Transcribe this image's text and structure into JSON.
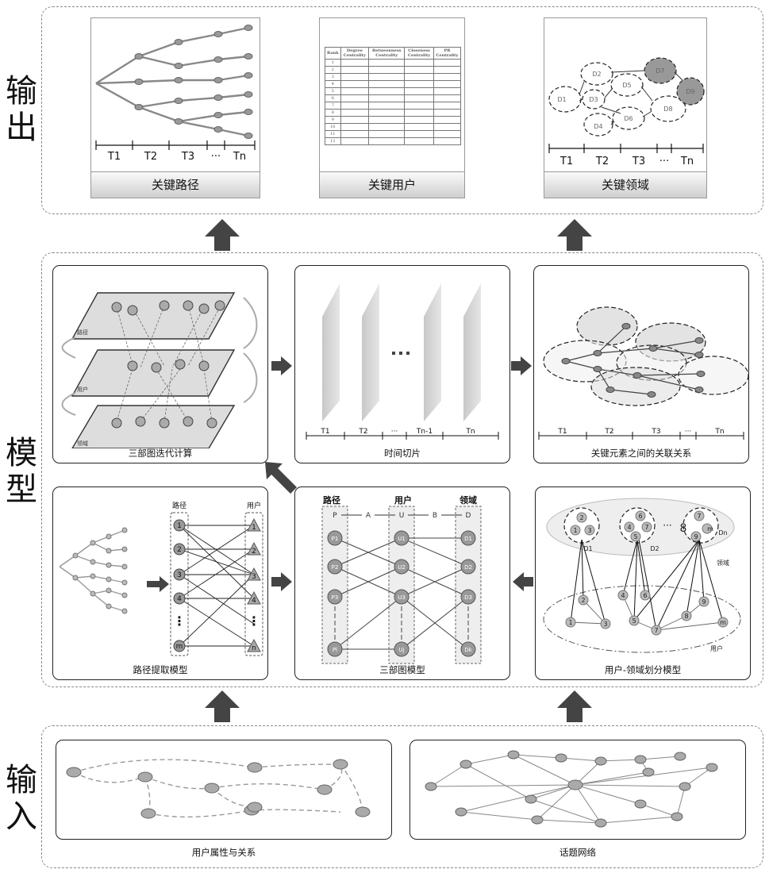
{
  "bands": {
    "output": "输出",
    "model": "模型",
    "input": "输入"
  },
  "output": {
    "cards": [
      {
        "name": "key-paths",
        "label": "关键路径"
      },
      {
        "name": "key-users",
        "label": "关键用户"
      },
      {
        "name": "key-domains",
        "label": "关键领域"
      }
    ],
    "timeline": [
      "T1",
      "T2",
      "T3",
      "···",
      "Tn"
    ],
    "table_headers": [
      "Rank",
      "Degree Centrality",
      "Betweenness Centrality",
      "Closeness Centrality",
      "PR Centrality"
    ],
    "table_ranks": [
      "1",
      "2",
      "3",
      "4",
      "5",
      "6",
      "7",
      "8",
      "9",
      "10",
      "11",
      "12"
    ],
    "domains": [
      "D1",
      "D2",
      "D3",
      "D4",
      "D5",
      "D6",
      "D7",
      "D8",
      "D9"
    ]
  },
  "model": {
    "panels": [
      {
        "name": "tripartite-iteration",
        "caption": "三部图迭代计算"
      },
      {
        "name": "time-slice",
        "caption": "时间切片"
      },
      {
        "name": "key-element-relations",
        "caption": "关键元素之间的关联关系"
      },
      {
        "name": "path-extraction",
        "caption": "路径提取模型"
      },
      {
        "name": "tripartite-model",
        "caption": "三部图模型"
      },
      {
        "name": "user-domain-partition",
        "caption": "用户-领域划分模型"
      }
    ],
    "slice_timeline": [
      "T1",
      "T2",
      "···",
      "Tn-1",
      "Tn"
    ],
    "relation_timeline": [
      "T1",
      "T2",
      "T3",
      "···",
      "Tn"
    ],
    "path_model": {
      "col_path": "路径",
      "col_user": "用户",
      "path_nodes": [
        "1",
        "2",
        "3",
        "4",
        "⋮",
        "m"
      ],
      "user_nodes": [
        "1",
        "2",
        "3",
        "4",
        "⋮",
        "n"
      ]
    },
    "tripartite": {
      "headers": [
        "路径",
        "用户",
        "领域"
      ],
      "relations": [
        "P",
        "A",
        "U",
        "B",
        "D"
      ],
      "p_nodes": [
        "P1",
        "P2",
        "P3",
        "Pl"
      ],
      "u_nodes": [
        "U1",
        "U2",
        "U3",
        "Uj"
      ],
      "d_nodes": [
        "D1",
        "D2",
        "D3",
        "Dk"
      ]
    },
    "partition": {
      "domain_label": "领域",
      "user_label": "用户",
      "d1_nodes": [
        "1",
        "2",
        "3"
      ],
      "d2_nodes": [
        "4",
        "6",
        "7",
        "5"
      ],
      "dn_nodes": [
        "7",
        "m",
        "9",
        "8"
      ],
      "dots": "···",
      "d_labels": [
        "D1",
        "D2",
        "Dn"
      ],
      "user_nodes": [
        "1",
        "2",
        "3",
        "4",
        "6",
        "5",
        "7",
        "8",
        "9",
        "m"
      ]
    },
    "iter_labels": [
      "路径",
      "用户",
      "领域"
    ]
  },
  "input": {
    "panels": [
      {
        "name": "user-attributes",
        "caption": "用户属性与关系"
      },
      {
        "name": "topic-network",
        "caption": "话题网络"
      }
    ]
  }
}
